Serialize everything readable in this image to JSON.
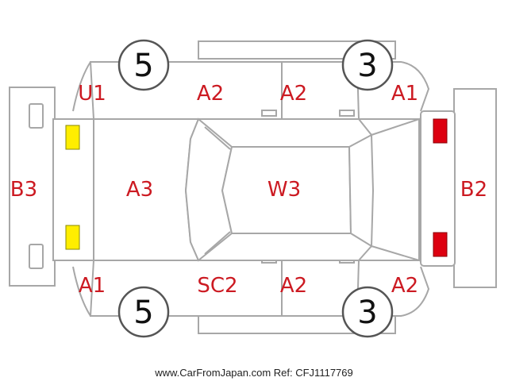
{
  "diagram": {
    "colors": {
      "outline": "#a7a7a7",
      "damage_code": "#cc1a22",
      "tire_number": "#111111",
      "front_lamp": "#ffee00",
      "rear_lamp": "#dd0010"
    },
    "damage_codes": {
      "rear_left_corner": "U1",
      "left_rear_door": "A2",
      "left_front_door": "A2",
      "left_front_fender": "A1",
      "front_bumper": "B3",
      "hood": "A3",
      "windshield_roof": "W3",
      "rear_bumper": "B2",
      "right_front_corner": "A1",
      "right_front_sill": "SC2",
      "right_mid_door": "A2",
      "right_rear_corner": "A2"
    },
    "tire_tread": {
      "front_left": "5",
      "rear_left": "3",
      "front_right": "5",
      "rear_right": "3"
    },
    "footer": "www.CarFromJapan.com Ref: CFJ1117769"
  }
}
